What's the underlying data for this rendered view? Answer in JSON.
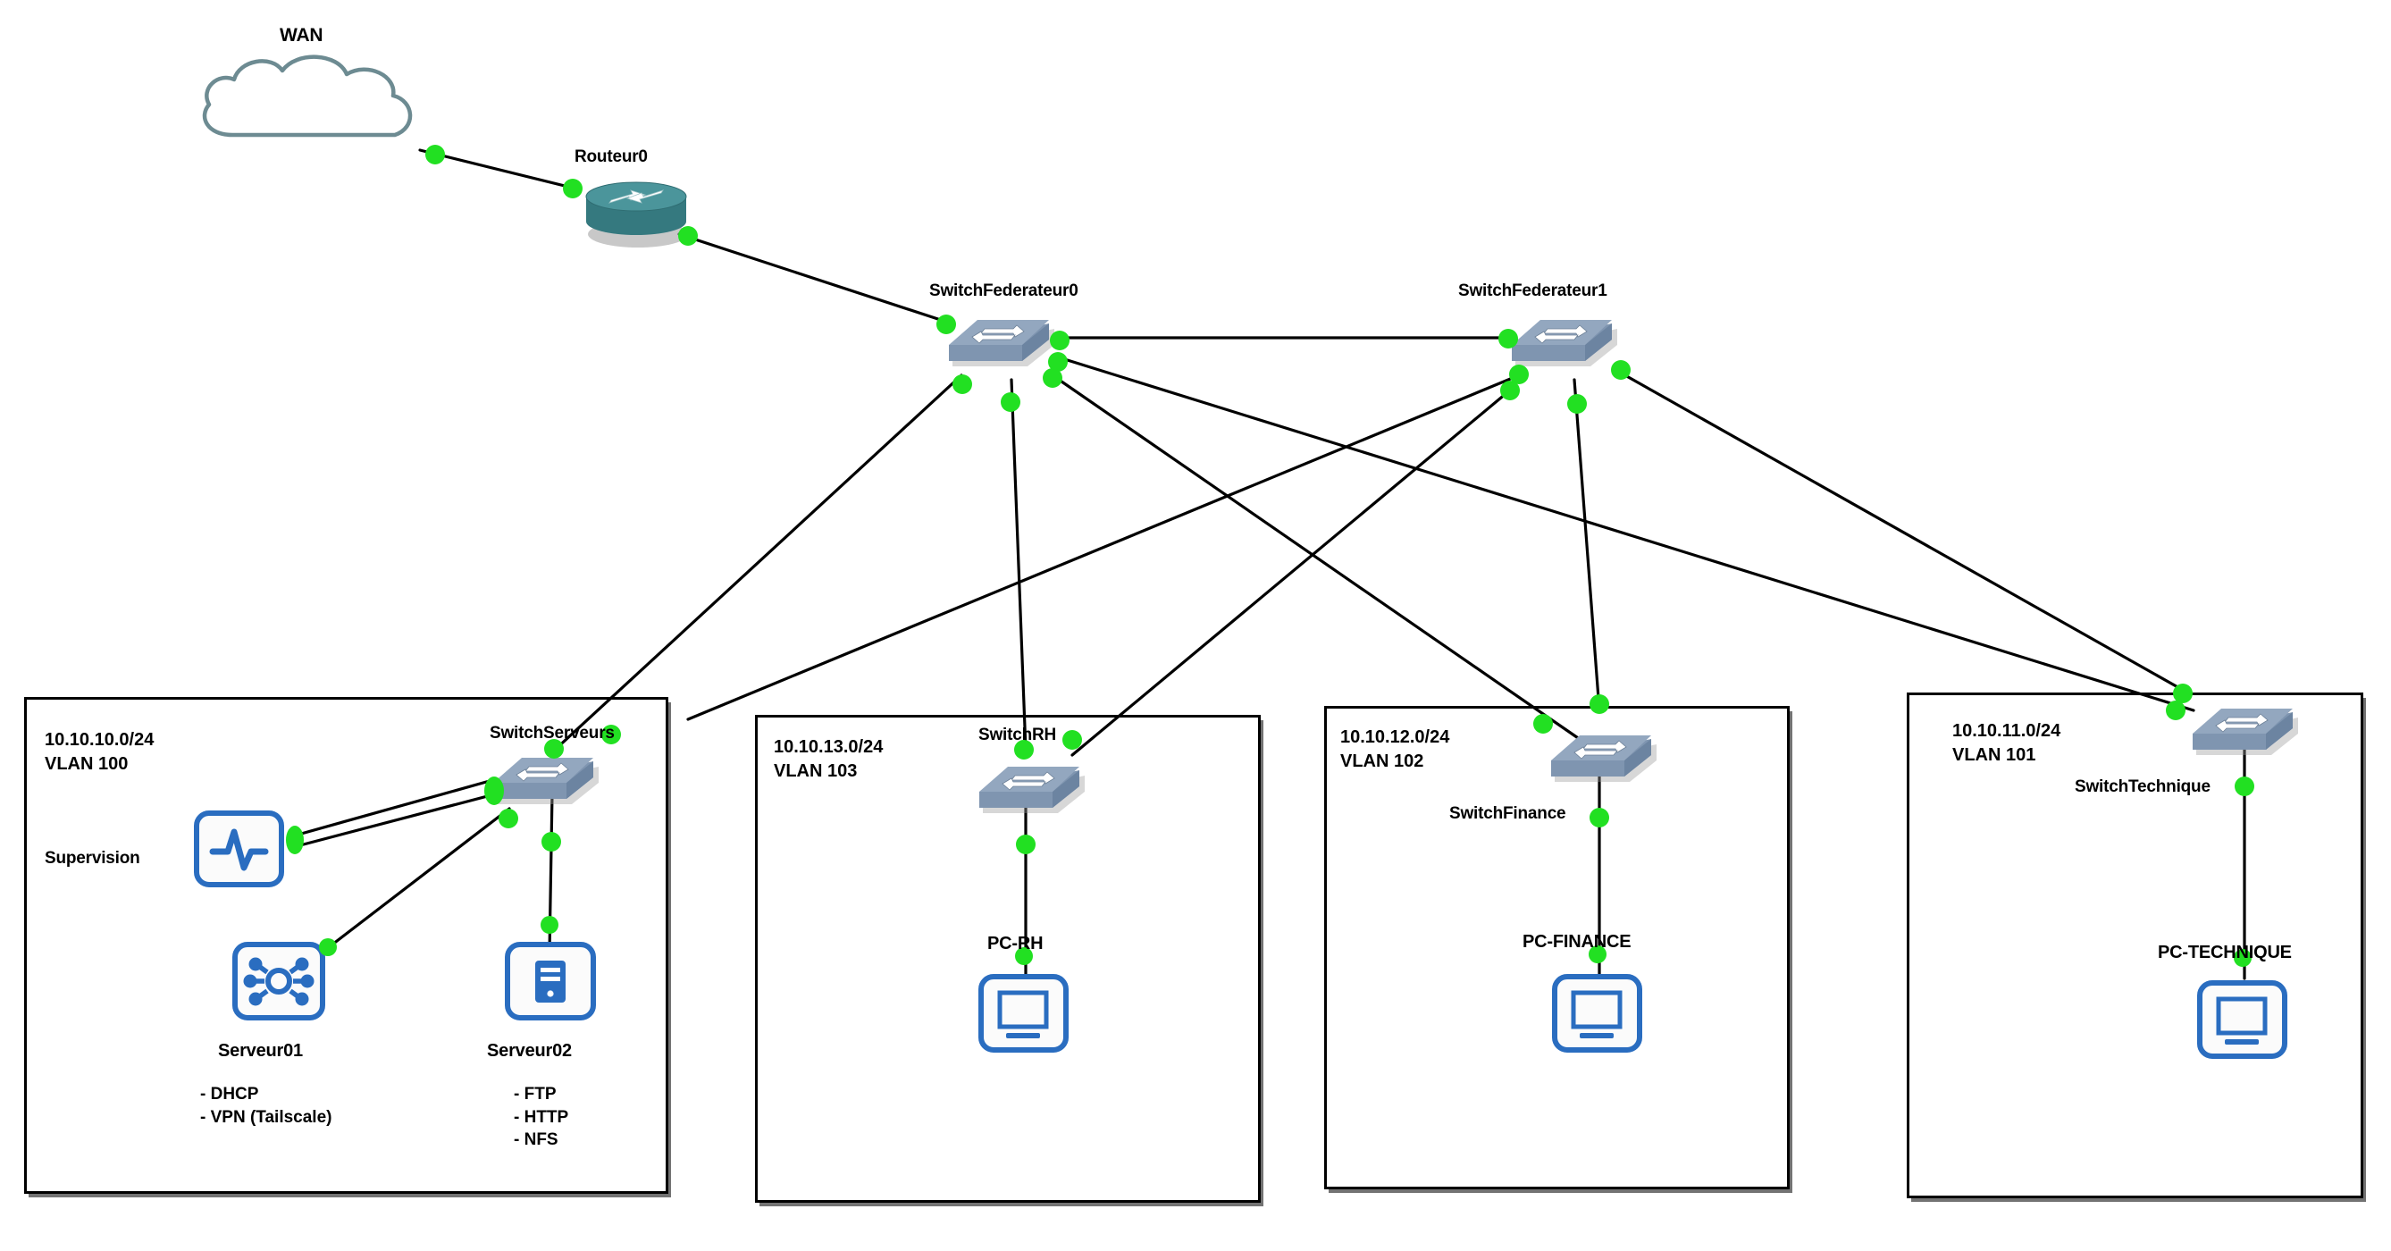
{
  "diagram": {
    "title": "Network topology",
    "colors": {
      "link": "#000000",
      "port_dot": "#22e022",
      "switch_body": "#7f95b0",
      "switch_top": "#93a7bf",
      "switch_side": "#6c84a1",
      "router_body": "#3f8a8f",
      "cloud_stroke": "#6d8b92",
      "device_blue": "#2a6dc0",
      "box_border": "#000000"
    }
  },
  "cloud": {
    "label": "WAN"
  },
  "router": {
    "label": "Routeur0"
  },
  "core_switches": [
    {
      "label": "SwitchFederateur0"
    },
    {
      "label": "SwitchFederateur1"
    }
  ],
  "vlans": [
    {
      "id": "vlan100",
      "subnet": "10.10.10.0/24",
      "vlan": "VLAN 100",
      "switch_label": "SwitchServeurs",
      "devices": [
        {
          "name": "Supervision",
          "icon": "pulse-icon",
          "label_position": "left"
        },
        {
          "name": "Serveur01",
          "icon": "network-hub-icon",
          "services": "- DHCP\n- VPN (Tailscale)"
        },
        {
          "name": "Serveur02",
          "icon": "server-tower-icon",
          "services": "- FTP\n- HTTP\n- NFS"
        }
      ]
    },
    {
      "id": "vlan103",
      "subnet": "10.10.13.0/24",
      "vlan": "VLAN 103",
      "switch_label": "SwitchRH",
      "devices": [
        {
          "name": "PC-RH",
          "icon": "desktop-pc-icon"
        }
      ]
    },
    {
      "id": "vlan102",
      "subnet": "10.10.12.0/24",
      "vlan": "VLAN 102",
      "switch_label": "SwitchFinance",
      "devices": [
        {
          "name": "PC-FINANCE",
          "icon": "desktop-pc-icon"
        }
      ]
    },
    {
      "id": "vlan101",
      "subnet": "10.10.11.0/24",
      "vlan": "VLAN 101",
      "switch_label": "SwitchTechnique",
      "devices": [
        {
          "name": "PC-TECHNIQUE",
          "icon": "desktop-pc-icon"
        }
      ]
    }
  ],
  "links": [
    {
      "from": "WAN",
      "to": "Routeur0"
    },
    {
      "from": "Routeur0",
      "to": "SwitchFederateur0"
    },
    {
      "from": "SwitchFederateur0",
      "to": "SwitchFederateur1"
    },
    {
      "from": "SwitchFederateur0",
      "to": "SwitchServeurs"
    },
    {
      "from": "SwitchFederateur0",
      "to": "SwitchRH"
    },
    {
      "from": "SwitchFederateur0",
      "to": "SwitchFinance"
    },
    {
      "from": "SwitchFederateur0",
      "to": "SwitchTechnique"
    },
    {
      "from": "SwitchFederateur1",
      "to": "SwitchServeurs"
    },
    {
      "from": "SwitchFederateur1",
      "to": "SwitchRH"
    },
    {
      "from": "SwitchFederateur1",
      "to": "SwitchFinance"
    },
    {
      "from": "SwitchFederateur1",
      "to": "SwitchTechnique"
    },
    {
      "from": "SwitchServeurs",
      "to": "Supervision"
    },
    {
      "from": "SwitchServeurs",
      "to": "Supervision"
    },
    {
      "from": "SwitchServeurs",
      "to": "Serveur01"
    },
    {
      "from": "SwitchServeurs",
      "to": "Serveur02"
    },
    {
      "from": "SwitchRH",
      "to": "PC-RH"
    },
    {
      "from": "SwitchFinance",
      "to": "PC-FINANCE"
    },
    {
      "from": "SwitchTechnique",
      "to": "PC-TECHNIQUE"
    }
  ]
}
